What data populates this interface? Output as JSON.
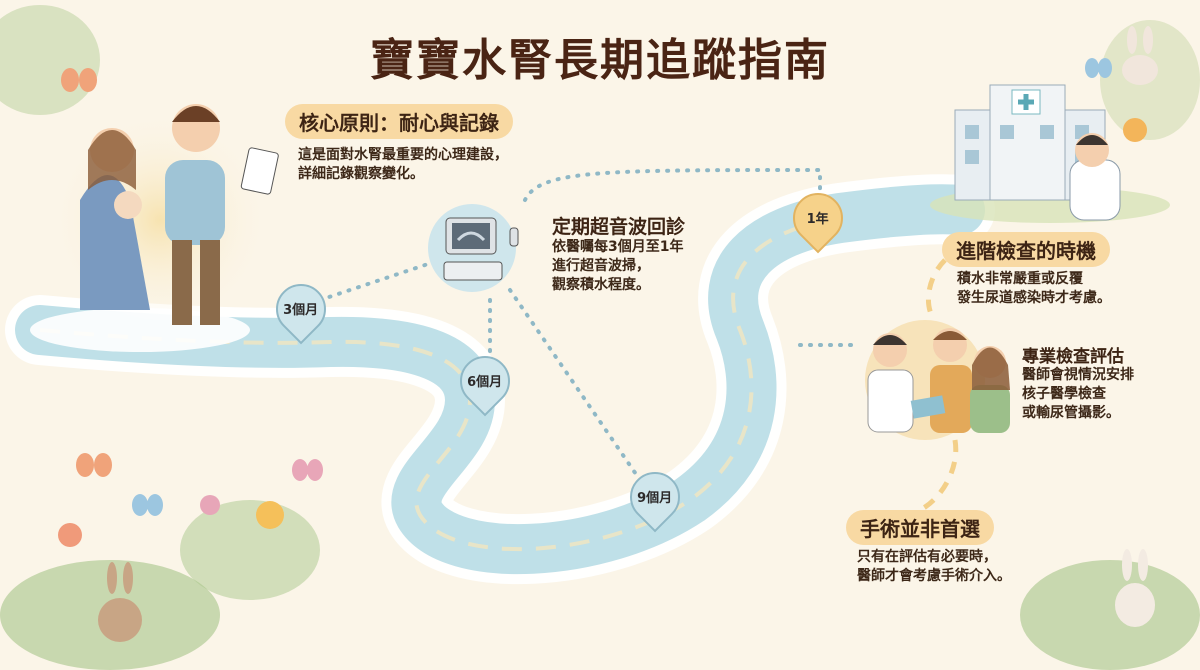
{
  "title": "寶寶水腎長期追蹤指南",
  "core": {
    "heading": "核心原則：耐心與記錄",
    "body": "這是面對水腎最重要的心理建設，\n詳細記錄觀察變化。"
  },
  "ultrasound": {
    "heading": "定期超音波回診",
    "body": "依醫囑每3個月至1年\n進行超音波掃，\n觀察積水程度。"
  },
  "milestones": [
    {
      "label": "3個月"
    },
    {
      "label": "6個月"
    },
    {
      "label": "9個月"
    },
    {
      "label": "1年"
    }
  ],
  "advanced": {
    "heading": "進階檢查的時機",
    "body": "積水非常嚴重或反覆\n發生尿道感染時才考慮。"
  },
  "professional": {
    "heading": "專業檢查評估",
    "body": "醫師會視情況安排\n核子醫學檢查\n或輸尿管攝影。"
  },
  "surgery": {
    "heading": "手術並非首選",
    "body": "只有在評估有必要時，\n醫師才會考慮手術介入。"
  },
  "colors": {
    "title": "#4a2414",
    "pill": "#f8d9a3",
    "river": "#bfe0e8",
    "background": "#fbf5e8"
  }
}
